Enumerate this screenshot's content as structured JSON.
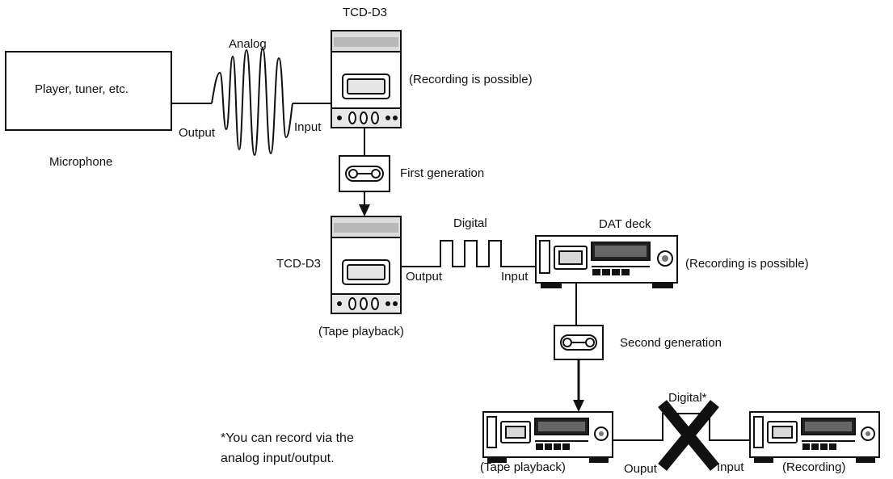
{
  "source_box": {
    "label": "Player, tuner, etc."
  },
  "microphone": {
    "label": "Microphone"
  },
  "analog_link": {
    "signal": "Analog",
    "output": "Output",
    "input": "Input"
  },
  "recorder1": {
    "model": "TCD-D3",
    "status": "(Recording is possible)"
  },
  "cassette1": {
    "label": "First generation"
  },
  "recorder2": {
    "model": "TCD-D3",
    "status": "(Tape playback)"
  },
  "digital_link": {
    "signal": "Digital",
    "output": "Output",
    "input": "Input"
  },
  "dat_deck": {
    "model": "DAT deck",
    "status": "(Recording is possible)"
  },
  "cassette2": {
    "label": "Second generation"
  },
  "blocked_link": {
    "signal": "Digital*",
    "output": "Ouput",
    "input": "Input"
  },
  "deck_playback": {
    "status": "(Tape playback)"
  },
  "deck_recording": {
    "status": "(Recording)"
  },
  "footnote": {
    "line1": "*You can record via the",
    "line2": "analog input/output."
  }
}
